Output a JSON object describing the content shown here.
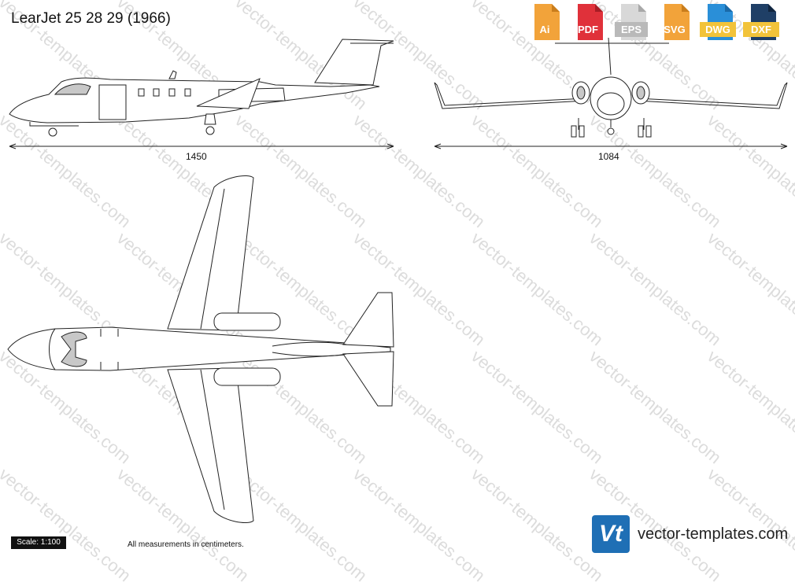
{
  "title": "LearJet 25 28 29 (1966)",
  "formats": [
    {
      "label": "Ai",
      "color": "#f2a33a",
      "icon": "ai-file-icon"
    },
    {
      "label": "PDF",
      "color": "#e0313a",
      "icon": "pdf-file-icon"
    },
    {
      "label": "EPS",
      "color": "#d8d8d8",
      "icon": "eps-file-icon"
    },
    {
      "label": "SVG",
      "color": "#f2a33a",
      "icon": "svg-file-icon"
    },
    {
      "label": "DWG",
      "color": "#2a8fd8",
      "icon": "dwg-file-icon"
    },
    {
      "label": "DXF",
      "color": "#1f3f66",
      "icon": "dxf-file-icon"
    }
  ],
  "dimensions": {
    "length": "1450",
    "span": "1084"
  },
  "scale_label": "Scale: 1:100",
  "note": "All measurements in centimeters.",
  "brand": {
    "logo": "Vt",
    "site": "vector-templates.com"
  },
  "watermark_text": "vector-templates.com"
}
